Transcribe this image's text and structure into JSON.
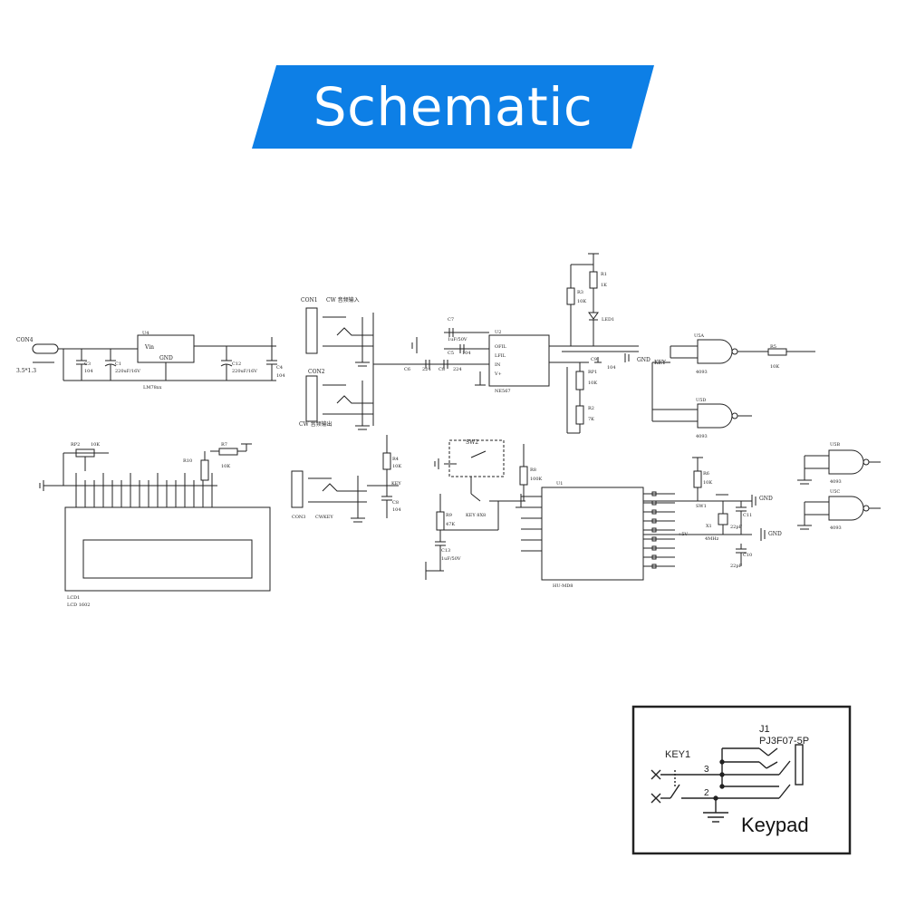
{
  "title": "Schematic",
  "colors": {
    "banner": "#0d7fe6",
    "line": "#222222",
    "bg": "#ffffff"
  },
  "labels": {
    "con4": "CON4",
    "con4_spec": "3.5*1.3",
    "c3": "C3",
    "c3_val": "104",
    "c1": "C1",
    "c1_val": "220uF/16V",
    "u4": "U4",
    "u4_vin": "Vin",
    "u4_gnd": "GND",
    "u4_part": "LM78xx",
    "c12": "C12",
    "c12_val": "220uF/16V",
    "c4": "C4",
    "c4_val": "104",
    "con1": "CON1",
    "con1_desc": "CW 音频输入",
    "con2": "CON2",
    "con2_desc": "CW 音频输出",
    "c7": "C7",
    "c7_val": "1uF/50V",
    "c5": "C5",
    "c5_val": "104",
    "c6": "C6",
    "c6_val": "224",
    "c8": "C8",
    "c8_val": "224",
    "u2": "U2",
    "u2_ofil": "OFIL",
    "u2_lfil": "LFIL",
    "u2_in": "IN",
    "u2_v": "V+",
    "u2_part": "NE567",
    "r1": "R1",
    "r1_val": "1K",
    "r3": "R3",
    "r3_val": "10K",
    "led1": "LED1",
    "rp1": "RP1",
    "rp1_val": "10K",
    "r2": "R2",
    "r2_val": "7K",
    "c9": "C9",
    "c9_val": "104",
    "gnd": "GND",
    "key": "KEY",
    "u5a": "U5A",
    "u5a_part": "4093",
    "r5": "R5",
    "r5_val": "10K",
    "u5d": "U5D",
    "u5d_part": "4093",
    "u5b": "U5B",
    "u5b_part": "4093",
    "u5c": "U5C",
    "u5c_part": "4093",
    "rp2": "RP2",
    "rp2_val": "10K",
    "r10": "R10",
    "r7": "R7",
    "r7_val": "10K",
    "lcd": "LCD1",
    "lcd_part": "LCD 1602",
    "con3": "CON3",
    "con3_desc": "CWKEY",
    "r4": "R4",
    "r4_val": "10K",
    "c8b": "C8",
    "c8b_val": "104",
    "sw2": "SW2",
    "sw2_desc": "KEY 8X8",
    "r8": "R8",
    "r8_val": "100K",
    "r9": "R9",
    "r9_val": "47K",
    "c13": "C13",
    "c13_val": "1uF/50V",
    "u1": "U1",
    "u1_part": "HU-MD8",
    "r6": "R6",
    "r6_val": "10K",
    "sw1": "SW1",
    "x1": "X1",
    "x1_val": "4MHz",
    "c11": "C11",
    "c11_val": "22pF",
    "c10": "C10",
    "c10_val": "22pF",
    "v5": "+5V",
    "j1": "J1",
    "j1_part": "PJ3F07-5P",
    "key1": "KEY1",
    "pin3": "3",
    "pin2": "2"
  },
  "keypad_label": "Keypad"
}
